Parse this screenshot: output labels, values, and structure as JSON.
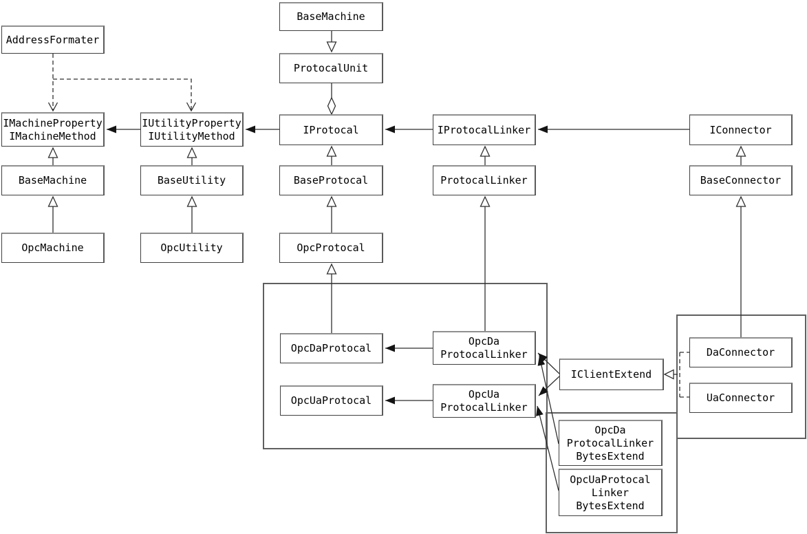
{
  "diagram_type": "uml-class-diagram",
  "colors": {
    "background": "#ffffff",
    "box_fill": "#ffffff",
    "box_border": "#3f3f3f",
    "box_border_top": "#8f8f8f",
    "container_border": "#5f5f5f",
    "line": "#2f2f2f",
    "text": "#000000"
  },
  "nodes": {
    "address_formater": {
      "label": "AddressFormater"
    },
    "base_machine_top": {
      "label": "BaseMachine"
    },
    "protocal_unit": {
      "label": "ProtocalUnit"
    },
    "imachine_property": {
      "label": "IMachineProperty\nIMachineMethod"
    },
    "iutility_property": {
      "label": "IUtilityProperty\nIUtilityMethod"
    },
    "iprotocal": {
      "label": "IProtocal"
    },
    "iprotocal_linker": {
      "label": "IProtocalLinker"
    },
    "iconnector": {
      "label": "IConnector"
    },
    "base_machine": {
      "label": "BaseMachine"
    },
    "base_utility": {
      "label": "BaseUtility"
    },
    "base_protocal": {
      "label": "BaseProtocal"
    },
    "protocal_linker": {
      "label": "ProtocalLinker"
    },
    "base_connector": {
      "label": "BaseConnector"
    },
    "opc_machine": {
      "label": "OpcMachine"
    },
    "opc_utility": {
      "label": "OpcUtility"
    },
    "opc_protocal": {
      "label": "OpcProtocal"
    },
    "opc_da_protocal": {
      "label": "OpcDaProtocal"
    },
    "opc_ua_protocal": {
      "label": "OpcUaProtocal"
    },
    "opc_da_protocal_linker": {
      "label": "OpcDa\nProtocalLinker"
    },
    "opc_ua_protocal_linker": {
      "label": "OpcUa\nProtocalLinker"
    },
    "iclient_extend": {
      "label": "IClientExtend"
    },
    "da_connector": {
      "label": "DaConnector"
    },
    "ua_connector": {
      "label": "UaConnector"
    },
    "opc_da_protocal_linker_bytes_extend": {
      "label": "OpcDa\nProtocalLinker\nBytesExtend"
    },
    "opc_ua_protocal_linker_bytes_extend": {
      "label": "OpcUaProtocal\nLinker\nBytesExtend"
    }
  },
  "edges": [
    {
      "from": "base_machine_top",
      "to": "protocal_unit",
      "type": "generalization"
    },
    {
      "from": "protocal_unit",
      "to": "iprotocal",
      "type": "aggregation"
    },
    {
      "from": "base_machine",
      "to": "imachine_property",
      "type": "generalization"
    },
    {
      "from": "opc_machine",
      "to": "base_machine",
      "type": "generalization"
    },
    {
      "from": "base_utility",
      "to": "iutility_property",
      "type": "generalization"
    },
    {
      "from": "opc_utility",
      "to": "base_utility",
      "type": "generalization"
    },
    {
      "from": "base_protocal",
      "to": "iprotocal",
      "type": "generalization"
    },
    {
      "from": "opc_protocal",
      "to": "base_protocal",
      "type": "generalization"
    },
    {
      "from": "opc_da_protocal",
      "to": "opc_protocal",
      "type": "generalization"
    },
    {
      "from": "protocal_linker",
      "to": "iprotocal_linker",
      "type": "generalization"
    },
    {
      "from": "opc_da_protocal_linker",
      "to": "protocal_linker",
      "type": "generalization"
    },
    {
      "from": "base_connector",
      "to": "iconnector",
      "type": "generalization"
    },
    {
      "from": "da_connector",
      "to": "base_connector",
      "type": "generalization"
    },
    {
      "from": "iutility_property",
      "to": "imachine_property",
      "type": "association"
    },
    {
      "from": "iprotocal",
      "to": "iutility_property",
      "type": "association"
    },
    {
      "from": "iprotocal_linker",
      "to": "iprotocal",
      "type": "association"
    },
    {
      "from": "iconnector",
      "to": "iprotocal_linker",
      "type": "association"
    },
    {
      "from": "opc_da_protocal_linker",
      "to": "opc_da_protocal",
      "type": "association"
    },
    {
      "from": "opc_ua_protocal_linker",
      "to": "opc_ua_protocal",
      "type": "association"
    },
    {
      "from": "iclient_extend",
      "to": "opc_da_protocal_linker",
      "type": "association"
    },
    {
      "from": "iclient_extend",
      "to": "opc_ua_protocal_linker",
      "type": "association"
    },
    {
      "from": "opc_da_protocal_linker_bytes_extend",
      "to": "opc_da_protocal_linker",
      "type": "association"
    },
    {
      "from": "opc_ua_protocal_linker_bytes_extend",
      "to": "opc_ua_protocal_linker",
      "type": "association"
    },
    {
      "from": "address_formater",
      "to": "imachine_property",
      "type": "dependency"
    },
    {
      "from": "address_formater",
      "to": "iutility_property",
      "type": "dependency"
    },
    {
      "from": "da_connector",
      "to": "iclient_extend",
      "type": "realization"
    },
    {
      "from": "ua_connector",
      "to": "iclient_extend",
      "type": "realization"
    }
  ]
}
